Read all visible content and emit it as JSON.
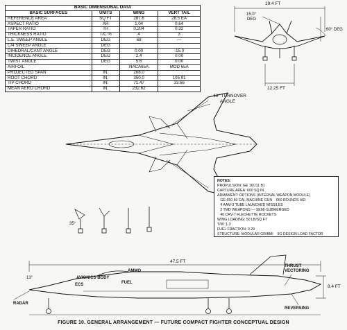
{
  "table": {
    "title": "BASIC DIMENSIONAL DATA",
    "headers": [
      "BASIC SURFACES",
      "UNITS",
      "WING",
      "VERT TAIL"
    ],
    "rows": [
      [
        "REFERENCE AREA",
        "SQ FT",
        "287.6",
        "28.5 EA"
      ],
      [
        "ASPECT RATIO",
        "AR",
        "1.04",
        "0.64"
      ],
      [
        "TAPER RATIO",
        "TR",
        "0.204",
        "0.32"
      ],
      [
        "THICKNESS RATIO",
        "T/C %",
        "4",
        "3"
      ],
      [
        "L.E. SWEEP ANGLE",
        "DEG",
        "68",
        "—"
      ],
      [
        "C/4 SWEEP ANGLE",
        "DEG",
        "",
        ""
      ],
      [
        "DIHEDRAL/CANT ANGLE",
        "DEG",
        "0.00",
        "-15.0"
      ],
      [
        "INCIDENCE ANGLE",
        "DEG",
        "2.4",
        "0.00"
      ],
      [
        "TWIST ANGLE",
        "DEG",
        "5.6",
        "0.00"
      ],
      [
        "AIRFOIL",
        "",
        "NACA65A",
        "MOD 65A"
      ],
      [
        "PROJECTED SPAN",
        "IN.",
        "208.0",
        ""
      ],
      [
        "ROOT CHORD",
        "IN.",
        "350.0",
        "105.91"
      ],
      [
        "TIP CHORD",
        "IN.",
        "71.47",
        "33.66"
      ],
      [
        "MEAN AERO CHORD",
        "IN.",
        "232.62",
        ""
      ]
    ]
  },
  "dims": {
    "span_top": "19.4 FT",
    "deg15": "15.0°",
    "deg15b": "DEG",
    "deg60": "60° DEG",
    "width_bottom": "12.25 FT",
    "turnover": "43° TURNOVER",
    "turnover2": "ANGLE",
    "deg35": "35°",
    "length": "47.5 FT",
    "deg13": "13°",
    "height": "8.4 FT"
  },
  "side_labels": {
    "ammo": "AMMO",
    "avionics": "AVIONICS BODY",
    "fuel": "FUEL",
    "ecs": "ECS",
    "radar": "RADAR",
    "thrust": "THRUST",
    "vectoring": "VECTORING",
    "reversing": "REVERSING"
  },
  "notes": {
    "title": "NOTES:",
    "lines": [
      "PROPULSION: GE 16/J11 B1",
      "CAPTURE AREA: 600 SQ IN.",
      "ARMAMENT: OPTIONS (INTERNAL WEAPON MODULE)",
      "   GE-650 50 CAL MACHINE GUN    660 ROUNDS HEI",
      "   4 AAM-3 TUBE LAUNCHED MISSILES",
      "   2 TMD WEAPONS — SEMI-SUBMERGED",
      "   40 CRV-7 FLECHETTE ROCKETS",
      "WING LOADING: 50 LB/SQ FT",
      "T/W: 1.3",
      "FUEL FRACTION: 0.29",
      "STRUCTURE: MODULAR GR/BMI    9G DESIGN LOAD FACTOR"
    ]
  },
  "caption": "FIGURE 10. GENERAL ARRANGEMENT — FUTURE COMPACT FIGHTER CONCEPTUAL DESIGN"
}
